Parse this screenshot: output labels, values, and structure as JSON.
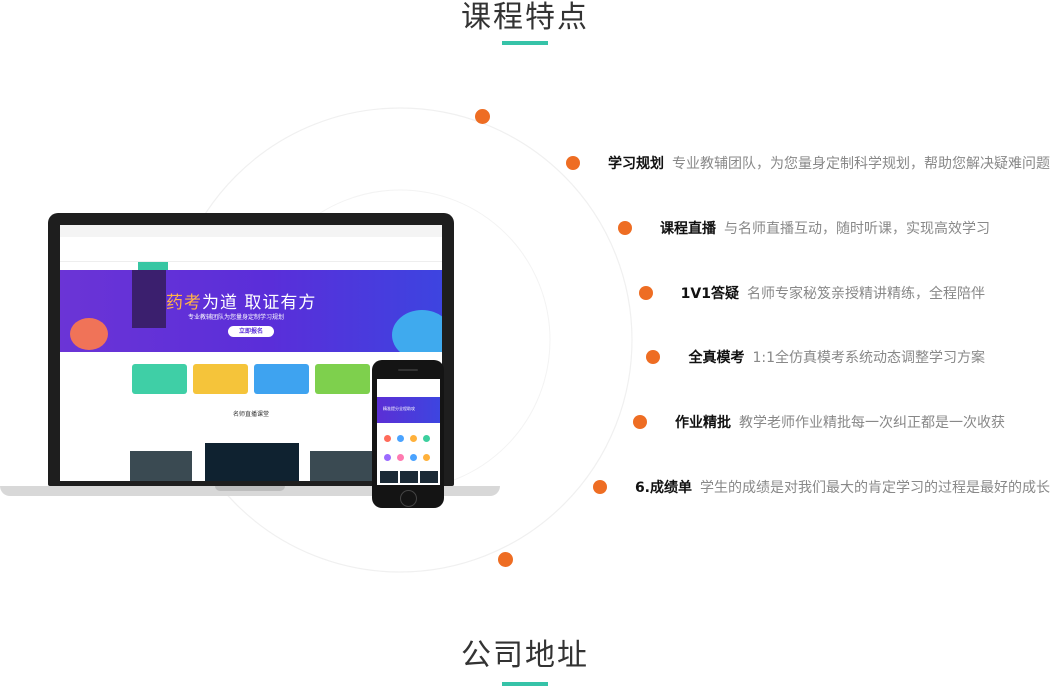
{
  "sections": {
    "features_title": "课程特点",
    "address_title": "公司地址"
  },
  "features": [
    {
      "title": "学习规划",
      "desc": "专业教辅团队，为您量身定制科学规划，帮助您解决疑难问题"
    },
    {
      "title": "课程直播",
      "desc": "与名师直播互动，随时听课，实现高效学习"
    },
    {
      "title": "1V1答疑",
      "desc": "名师专家秘笈亲授精讲精练，全程陪伴"
    },
    {
      "title": "全真模考",
      "desc": "1:1全仿真模考系统动态调整学习方案"
    },
    {
      "title": "作业精批",
      "desc": "教学老师作业精批每一次纠正都是一次收获"
    },
    {
      "title": "6.成绩单",
      "desc": "学生的成绩是对我们最大的肯定学习的过程是最好的成长"
    }
  ],
  "mockup": {
    "laptop_banner_title_highlight": "药考",
    "laptop_banner_title_rest": "为道  取证有方",
    "laptop_banner_subtitle": "专业教辅团队为您量身定制学习规划",
    "laptop_banner_button": "立即报名",
    "laptop_live_title": "名师直播课堂",
    "phone_banner_text": "精准提分全程助攻"
  },
  "colors": {
    "accent_teal": "#36c3a8",
    "accent_orange": "#ee6d23",
    "banner_purple": "#5a2ed9"
  }
}
